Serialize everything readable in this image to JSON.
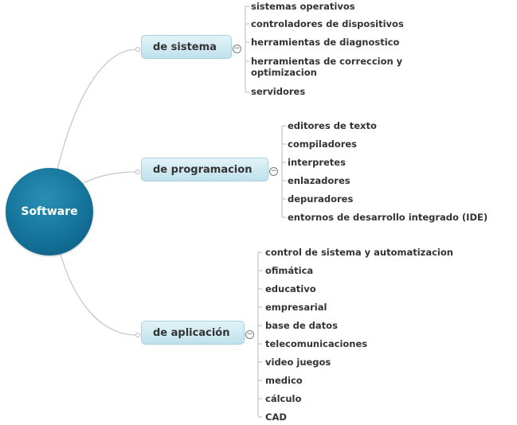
{
  "root": {
    "label": "Software"
  },
  "branches": [
    {
      "label": "de sistema",
      "items": [
        "sistemas operativos",
        "controladores de dispositivos",
        "herramientas de diagnostico",
        "herramientas de correccion y",
        "optimizacion",
        "servidores"
      ]
    },
    {
      "label": "de programacion",
      "items": [
        "editores de texto",
        "compiladores",
        "interpretes",
        "enlazadores",
        "depuradores",
        "entornos de desarrollo integrado (IDE)"
      ]
    },
    {
      "label": "de aplicación",
      "items": [
        "control de sistema y automatizacion",
        "ofimática",
        "educativo",
        "empresarial",
        "base de datos",
        "telecomunicaciones",
        "video juegos",
        "medico",
        "cálculo",
        "CAD"
      ]
    }
  ],
  "toggle_symbol": "−",
  "colors": {
    "root_fill": "#15739a",
    "branch_fill": "#cce8f1",
    "branch_border": "#a9d3e0",
    "connector": "#c8c8c8",
    "text": "#333333"
  }
}
